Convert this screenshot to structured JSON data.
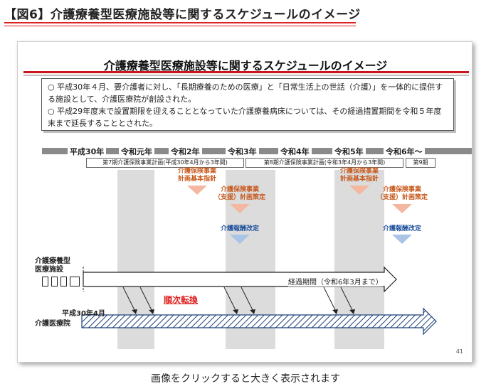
{
  "figure": {
    "title": "【図6】介護療養型医療施設等に関するスケジュールのイメージ"
  },
  "slide": {
    "title": "介護療養型医療施設等に関するスケジュールのイメージ",
    "notes": [
      "○ 平成30年４月、要介護者に対し、「長期療養のための医療」と「日常生活上の世話（介護）」を一体的に提供する施設として、介護医療院が創設された。",
      "○ 平成29年度末で設置期限を迎えることとなっていた介護療養病床については、その経過措置期間を令和５年度末まで延長することとされた。"
    ],
    "years": [
      "平成30年",
      "令和元年",
      "令和2年",
      "令和3年",
      "令和4年",
      "令和5年",
      "令和6年～"
    ],
    "plans": [
      "第7期介護保険事業計画(平成30年4月から3年間)",
      "第8期介護保険事業計画(令和3年4月から3年間)",
      "第9期"
    ],
    "events": {
      "guideline_1": "介護保険事業\n計画基本指針",
      "planning_1": "介護保険事業\n（支援）計画策定",
      "revision_1": "介護報酬改定",
      "guideline_2": "介護保険事業\n計画基本指針",
      "planning_2": "介護保険事業\n（支援）計画策定",
      "revision_2": "介護報酬改定"
    },
    "facility_label": "介護療養型\n医療施設",
    "period_label": "経過期間（令和6年3月まで）",
    "conversion_label": "順次転換",
    "start_label": "平成30年4月",
    "hospital_label": "介護医療院",
    "page_number": "41"
  },
  "caption": "画像をクリックすると大きく表示されます",
  "colors": {
    "accent_red": "#c8161d",
    "event_orange": "#c85a1e",
    "event_blue": "#1c4f9c",
    "conversion_red": "#e02020",
    "gray_column": "#dcdcdc",
    "hatch_blue": "#1c3f7a"
  }
}
